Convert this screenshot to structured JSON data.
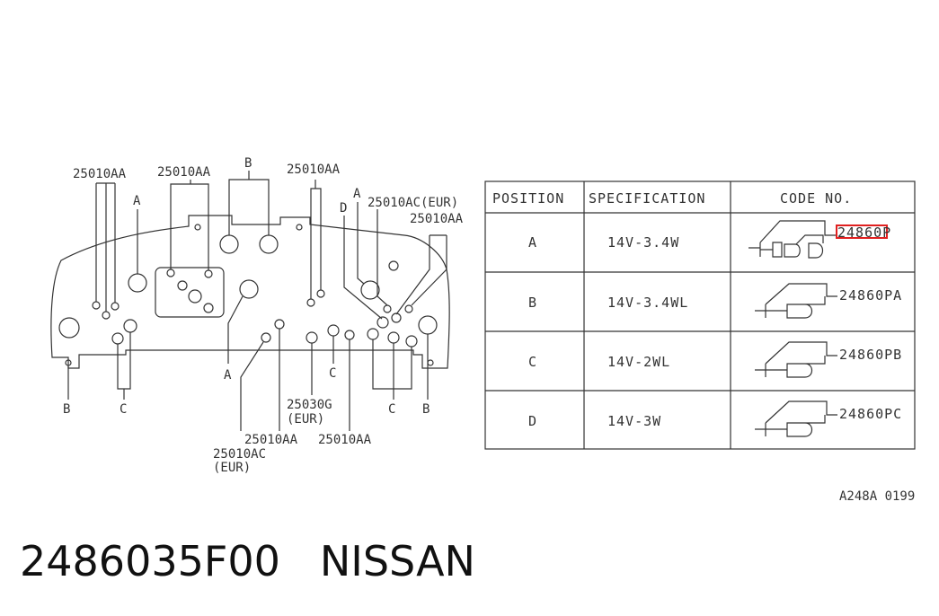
{
  "diagram": {
    "labels": {
      "l_25010aa_1": "25010AA",
      "l_25010aa_2": "25010AA",
      "l_b_top": "B",
      "l_25010aa_3": "25010AA",
      "l_a_left": "A",
      "l_a_right": "A",
      "l_d": "D",
      "l_25010ac_eur_top": "25010AC(EUR)",
      "l_25010aa_4": "25010AA",
      "l_a_bottom": "A",
      "l_b_left": "B",
      "l_c_left": "C",
      "l_c_mid": "C",
      "l_25030g": "25030G",
      "l_eur_1": "(EUR)",
      "l_25010ac_bottom": "25010AC",
      "l_eur_2": "(EUR)",
      "l_25010aa_5": "25010AA",
      "l_25010aa_6": "25010AA",
      "l_c_right": "C",
      "l_b_right": "B"
    }
  },
  "table": {
    "headers": [
      "POSITION",
      "SPECIFICATION",
      "CODE NO."
    ],
    "rows": [
      {
        "position": "A",
        "spec": "14V-3.4W",
        "code": "24860P"
      },
      {
        "position": "B",
        "spec": "14V-3.4WL",
        "code": "24860PA"
      },
      {
        "position": "C",
        "spec": "14V-2WL",
        "code": "24860PB"
      },
      {
        "position": "D",
        "spec": "14V-3W",
        "code": "24860PC"
      }
    ],
    "highlight_color": "#e02020"
  },
  "reference": "A248A 0199",
  "footer": {
    "part_number": "2486035F00",
    "brand": "NISSAN"
  }
}
